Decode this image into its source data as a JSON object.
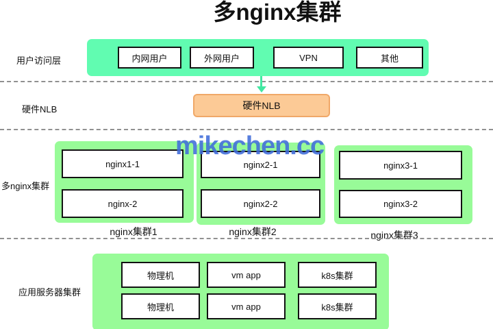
{
  "title": "多nginx集群",
  "watermark": "mikechen.cc",
  "access_layer": {
    "label": "用户访问层",
    "nodes": [
      "内网用户",
      "外网用户",
      "VPN",
      "其他"
    ]
  },
  "nlb_layer": {
    "label": "硬件NLB",
    "node": "硬件NLB"
  },
  "nginx_layer": {
    "label": "多nginx集群",
    "clusters": [
      {
        "caption": "nginx集群1",
        "nodes": [
          "nginx1-1",
          "nginx-2"
        ]
      },
      {
        "caption": "nginx集群2",
        "nodes": [
          "nginx2-1",
          "nginx2-2"
        ]
      },
      {
        "caption": "nginx集群3",
        "nodes": [
          "nginx3-1",
          "nginx3-2"
        ]
      }
    ]
  },
  "app_layer": {
    "label": "应用服务器集群",
    "rows": [
      [
        "物理机",
        "vm app",
        "k8s集群"
      ],
      [
        "物理机",
        "vm app",
        "k8s集群"
      ]
    ]
  },
  "colors": {
    "access_panel_green": "#61fcb1",
    "cluster_panel_green": "#98fb98",
    "nlb_fill": "#fcca96",
    "nlb_border": "#f0a868",
    "arrow_green": "#41e8a1",
    "watermark_blue": "#406cd9",
    "divider_gray": "#909090",
    "node_border": "#111111"
  }
}
